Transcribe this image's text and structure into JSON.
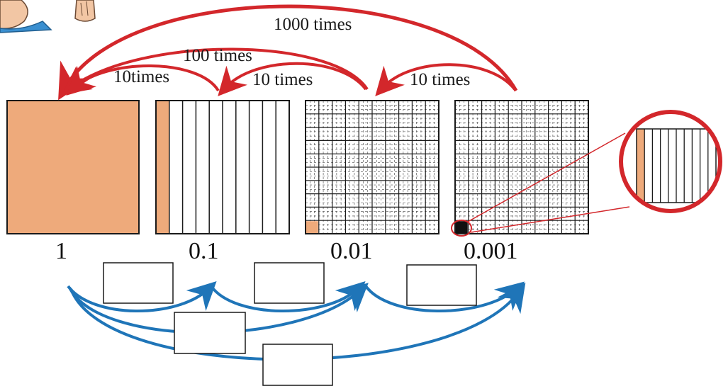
{
  "colors": {
    "fill": "#eeaa7b",
    "red_arrow": "#d3272b",
    "blue_arrow": "#1f75b8",
    "outline": "#1a1a1a",
    "grid_dash": "#444444"
  },
  "icons": [
    "person-illustration",
    "magnifier-circle-icon"
  ],
  "top_arrows": {
    "ten_a": "10times",
    "hundred": "100 times",
    "ten_b": "10 times",
    "thousand": "1000 times",
    "ten_c": "10 times"
  },
  "values": {
    "one": "1",
    "tenth": "0.1",
    "hundredth": "0.01",
    "thousandth": "0.001"
  },
  "answer_boxes": {
    "box_1": "",
    "box_2": "",
    "box_3": "",
    "box_4": "",
    "box_5": ""
  }
}
